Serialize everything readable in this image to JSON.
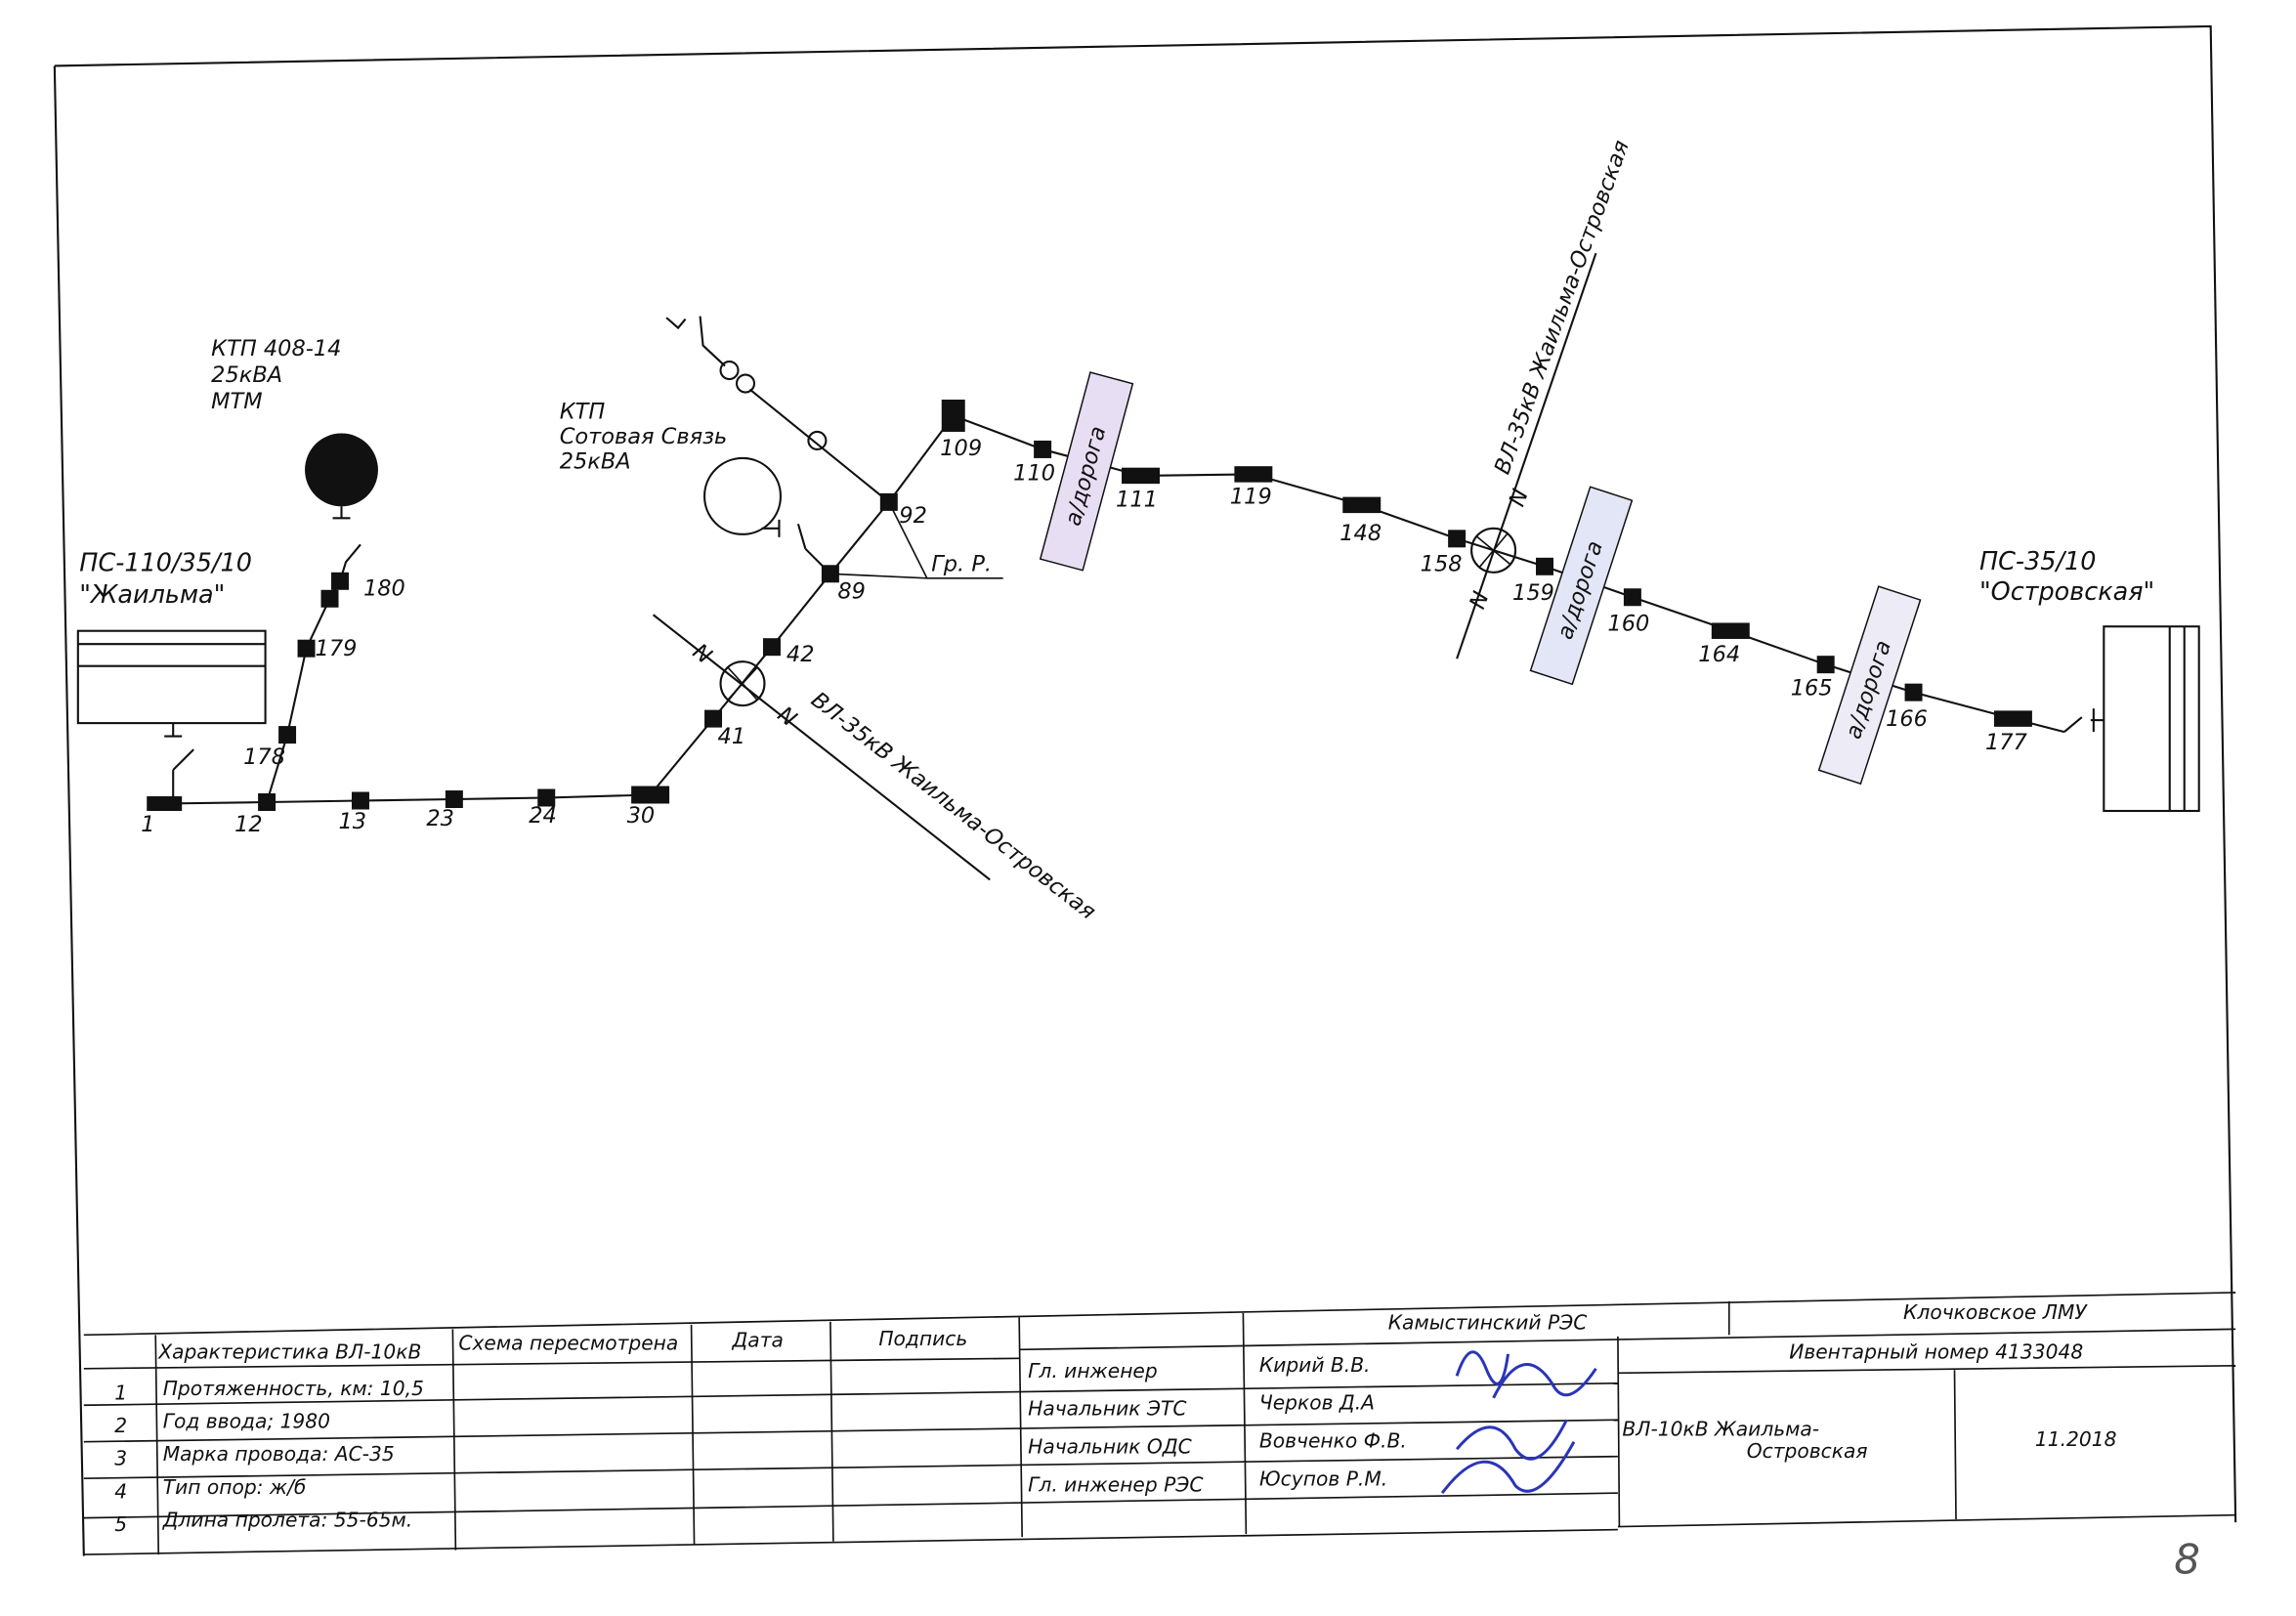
{
  "substation_left": {
    "name": "ПС-110/35/10",
    "title": "\"Жаильма\""
  },
  "substation_right": {
    "name": "ПС-35/10",
    "title": "\"Островская\""
  },
  "ktp_1": {
    "name": "КТП 408-14",
    "power": "25кВА",
    "owner": "МТМ"
  },
  "ktp_2": {
    "name": "КТП",
    "owner": "Сотовая Связь",
    "power": "25кВА"
  },
  "poles": [
    "1",
    "12",
    "13",
    "23",
    "24",
    "30",
    "41",
    "42",
    "89",
    "92",
    "109",
    "110",
    "111",
    "119",
    "148",
    "158",
    "159",
    "160",
    "164",
    "165",
    "166",
    "177",
    "178",
    "179",
    "180"
  ],
  "road_label": "а/дорога",
  "gr_label": "Гр. Р.",
  "crossing_line_label": "ВЛ-35кВ Жаильма-Островская",
  "n_label": "N",
  "characteristics": {
    "header": "Характеристика ВЛ-10кВ",
    "rows": [
      {
        "num": "1",
        "text": "Протяженность, км: 10,5"
      },
      {
        "num": "2",
        "text": "Год ввода; 1980"
      },
      {
        "num": "3",
        "text": "Марка провода: АС-35"
      },
      {
        "num": "4",
        "text": "Тип опор: ж/б"
      },
      {
        "num": "5",
        "text": "Длина пролета: 55-65м."
      }
    ]
  },
  "revision": {
    "scheme": "Схема пересмотрена",
    "date": "Дата",
    "signature": "Подпись"
  },
  "org": {
    "res": "Камыстинский РЭС",
    "lmu": "Клочковское ЛМУ",
    "inventory": "Ивентарный номер 4133048"
  },
  "signers": [
    {
      "role": "Гл. инженер",
      "name": "Кирий В.В."
    },
    {
      "role": "Начальник ЭТС",
      "name": "Черков Д.А"
    },
    {
      "role": "Начальник ОДС",
      "name": "Вовченко Ф.В."
    },
    {
      "role": "Гл. инженер РЭС",
      "name": "Юсупов Р.М."
    }
  ],
  "drawing_title_1": "ВЛ-10кВ Жаильма-",
  "drawing_title_2": "Островская",
  "date": "11.2018",
  "page_number": "8"
}
